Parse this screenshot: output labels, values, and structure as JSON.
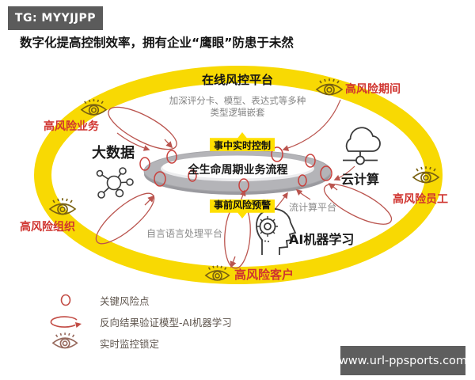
{
  "badge": {
    "label": "TG: MYYJJPP"
  },
  "title": "数字化提高控制效率，拥有企业“鹰眼”防患于未然",
  "watermark": {
    "url": "www.url-ppsports.com"
  },
  "diagram": {
    "platform": "在线风控平台",
    "note_line1": "加深评分卡、模型、表达式等多种",
    "note_line2": "类型逻辑嵌套",
    "banner_top": "事中实时控制",
    "banner_bottom": "事前风险预警",
    "center": "全生命周期业务流程",
    "tech": {
      "bigdata": "大数据",
      "cloud": "云计算",
      "ai": "AI机器学习",
      "stream": "流计算平台",
      "nlp": "自言语言处理平台"
    },
    "risk_labels": {
      "business": "高风险业务",
      "period": "高风险期间",
      "organization": "高风险组织",
      "staff": "高风险员工",
      "customer": "高风险客户"
    }
  },
  "legend": [
    {
      "icon": "risk-point-icon",
      "label": "关键风险点"
    },
    {
      "icon": "reverse-loop-icon",
      "label": "反向结果验证模型-AI机器学习"
    },
    {
      "icon": "eye-icon",
      "label": "实时监控锁定"
    }
  ],
  "colors": {
    "ring_yellow": "#F8D903",
    "banner_yellow": "#FFDF00",
    "risk_red": "#D0342F",
    "loop_red": "#BA544E",
    "process_gray": "#B2B2B6",
    "badge_gray": "#5B5B5B"
  }
}
